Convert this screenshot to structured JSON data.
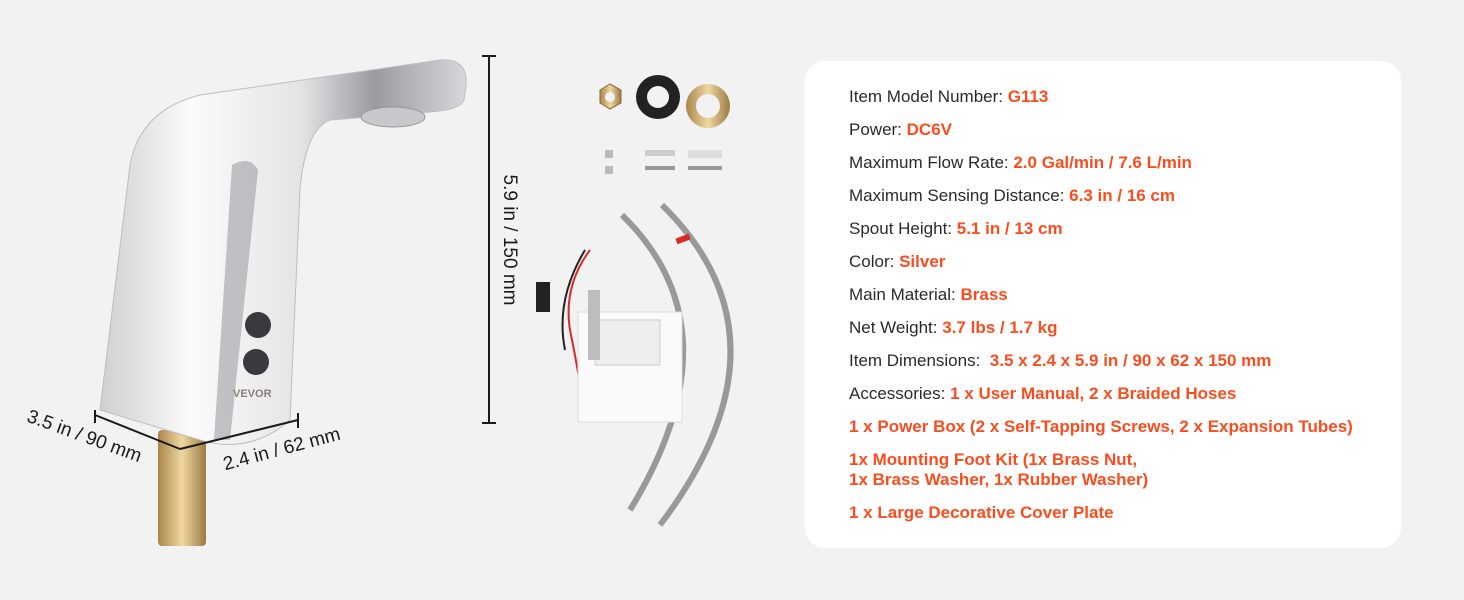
{
  "brand": "VEVOR",
  "dimensions": {
    "height": "5.9 in / 150 mm",
    "width": "3.5 in / 90 mm",
    "depth": "2.4 in / 62 mm"
  },
  "specs": [
    {
      "label": "Item Model Number: ",
      "value": "G113"
    },
    {
      "label": "Power: ",
      "value": "DC6V"
    },
    {
      "label": "Maximum Flow Rate: ",
      "value": "2.0 Gal/min / 7.6 L/min"
    },
    {
      "label": "Maximum Sensing Distance: ",
      "value": "6.3 in / 16 cm"
    },
    {
      "label": "Spout Height: ",
      "value": "5.1 in / 13 cm"
    },
    {
      "label": "Color: ",
      "value": "Silver"
    },
    {
      "label": "Main Material: ",
      "value": "Brass"
    },
    {
      "label": "Net Weight: ",
      "value": "3.7 lbs / 1.7 kg"
    },
    {
      "label": "Item Dimensions:  ",
      "value": "3.5 x 2.4 x 5.9 in / 90 x 62 x 150 mm"
    },
    {
      "label": "Accessories: ",
      "value": "1 x User Manual, 2 x Braided Hoses"
    },
    {
      "label": "",
      "value": "1 x Power Box (2 x Self-Tapping Screws, 2 x Expansion Tubes)"
    },
    {
      "label": "",
      "value": "1x Mounting Foot Kit (1x Brass Nut,",
      "value2": "1x Brass Washer, 1x Rubber Washer)"
    },
    {
      "label": "",
      "value": "1 x Large Decorative Cover Plate"
    }
  ],
  "colors": {
    "accent": "#fa4d1f",
    "background": "#f2f2f2",
    "card": "#ffffff"
  }
}
